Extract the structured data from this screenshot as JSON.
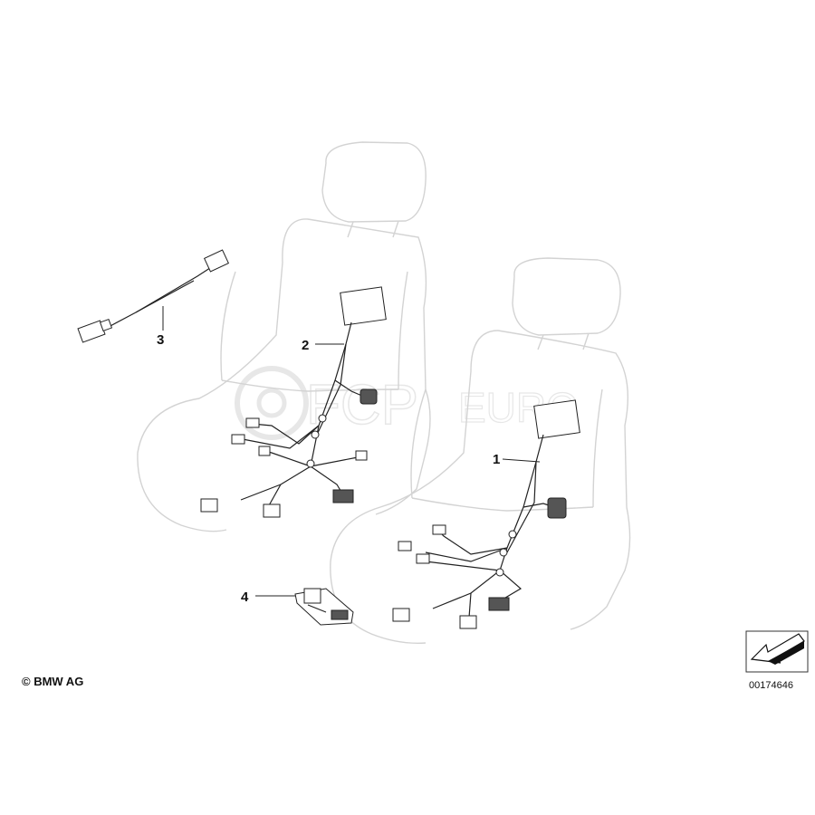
{
  "callouts": {
    "part_1": "1",
    "part_2": "2",
    "part_3": "3",
    "part_4": "4"
  },
  "footer": {
    "copyright": "© BMW AG",
    "diagram_number": "00174646"
  },
  "watermark": {
    "brand_text": "FCP EURO"
  },
  "icons": {
    "orientation": "arrow-icon"
  }
}
